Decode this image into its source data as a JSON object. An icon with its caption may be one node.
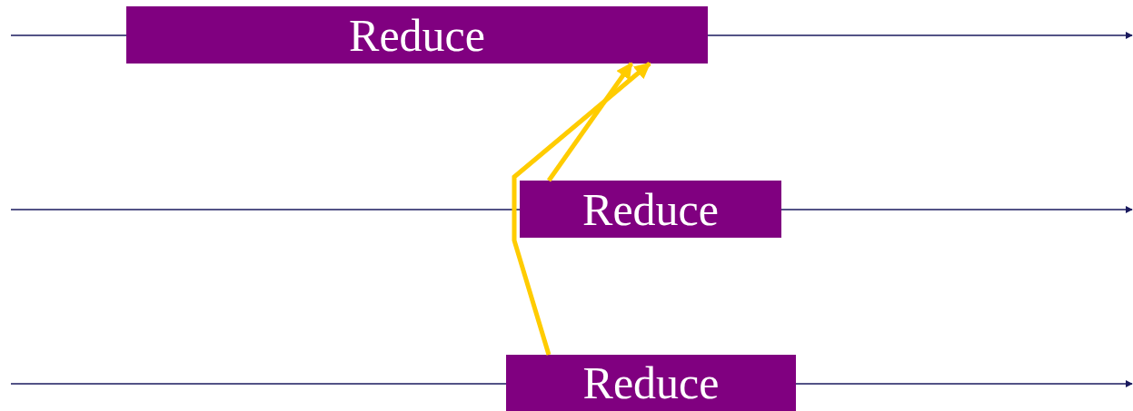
{
  "diagram": {
    "nodes": [
      {
        "text": [
          "Reduce"
        ]
      },
      {
        "text": [
          "Reduce"
        ]
      },
      {
        "text": [
          "Reduce"
        ]
      }
    ],
    "edges": [
      {
        "from": null,
        "to": 0,
        "arrow": "none"
      },
      {
        "from": 0,
        "to": null,
        "arrow": "to"
      },
      {
        "from": null,
        "to": 1,
        "arrow": "none"
      },
      {
        "from": 1,
        "to": null,
        "arrow": "to"
      },
      {
        "from": null,
        "to": 2,
        "arrow": "none"
      },
      {
        "from": 2,
        "to": null,
        "arrow": "to"
      },
      {
        "from": 1,
        "to": 0,
        "arrow": "to",
        "style": "thick",
        "color": "#ffcc00"
      },
      {
        "from": 2,
        "to": 0,
        "arrow": "to",
        "style": "thick",
        "color": "#ffcc00"
      }
    ]
  }
}
